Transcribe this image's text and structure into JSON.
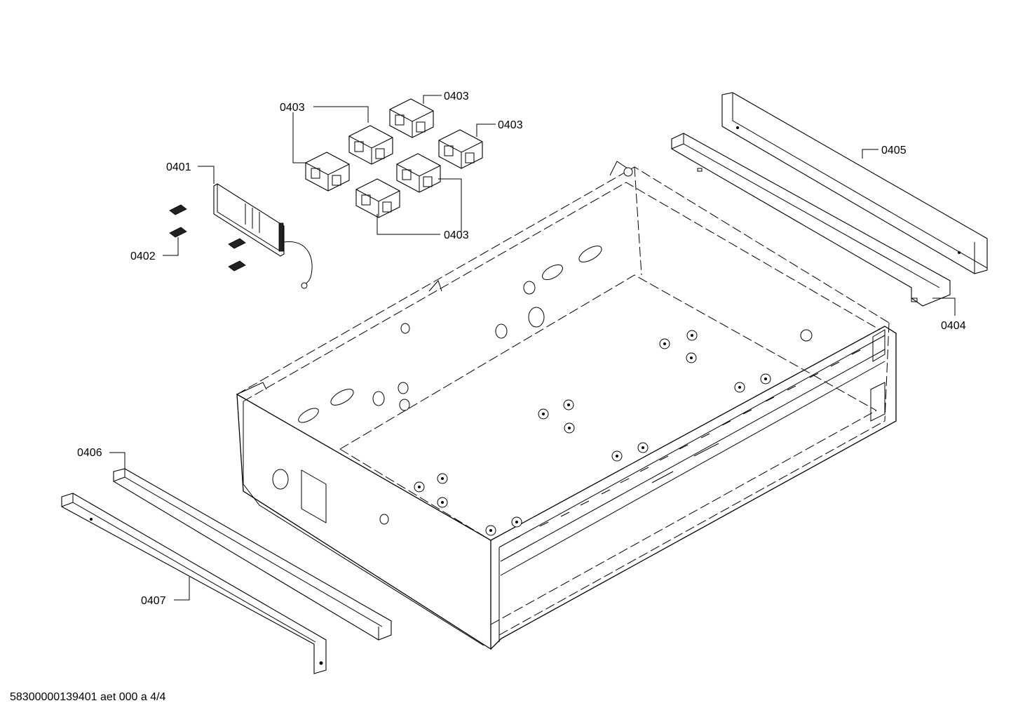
{
  "diagram": {
    "callouts": {
      "c0401": "0401",
      "c0402": "0402",
      "c0403_a": "0403",
      "c0403_b": "0403",
      "c0403_c": "0403",
      "c0403_d": "0403",
      "c0404": "0404",
      "c0405": "0405",
      "c0406": "0406",
      "c0407": "0407"
    },
    "footer": "58300000139401 aet 000 a 4/4"
  }
}
